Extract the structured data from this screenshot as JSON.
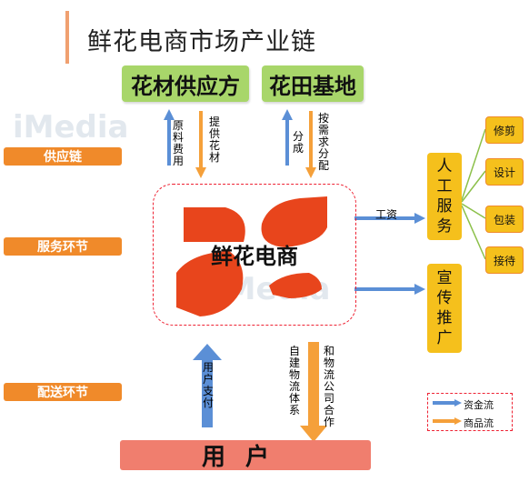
{
  "title": "鲜花电商市场产业链",
  "watermark": "iMedia",
  "suppliers": {
    "materials": "花材供应方",
    "farm": "花田基地"
  },
  "stages": {
    "supply": "供应链",
    "service": "服务环节",
    "delivery": "配送环节"
  },
  "arrows": {
    "raw_cost": "原料费用",
    "provide_flowers": "提供花材",
    "share": "分成",
    "on_demand": "按需求分配",
    "wage": "工资",
    "user_payment": "用户支付",
    "self_logistics": "自建物流体系",
    "logistics_partner": "和物流公司合作"
  },
  "core": "鲜花电商",
  "services": {
    "labor": "人工服务",
    "promotion": "宣传推广",
    "items": [
      "修剪",
      "设计",
      "包装",
      "接待"
    ]
  },
  "user": "用户",
  "legend": {
    "money": "资金流",
    "goods": "商品流"
  },
  "colors": {
    "money_flow": "#5b8fd6",
    "goods_flow": "#f5a03a",
    "petal": "#e8451c",
    "supplier": "#a8d66a",
    "stage": "#f08a2a",
    "service": "#f5c01c",
    "user": "#f07e6e"
  }
}
